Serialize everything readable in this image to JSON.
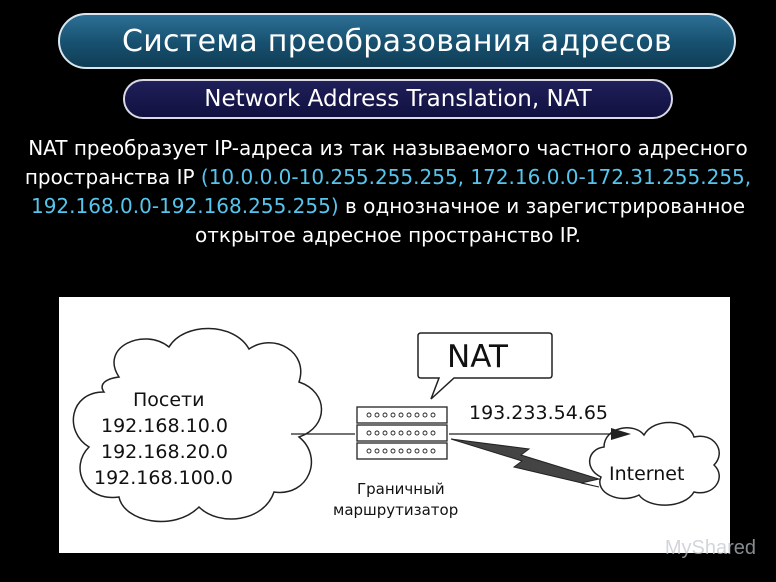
{
  "header": {
    "title": "Система преобразования адресов",
    "subtitle": "Network Address Translation, NAT"
  },
  "description": {
    "part1": "NAT преобразует IP-адреса из так называемого частного адресного пространства IP ",
    "ranges": "(10.0.0.0-10.255.255.255, 172.16.0.0-172.31.255.255, 192.168.0.0-192.168.255.255)",
    "part2": " в однозначное и зарегистрированное открытое адресное пространство IP."
  },
  "diagram": {
    "left_cloud": {
      "label": "Посети",
      "networks": [
        "192.168.10.0",
        "192.168.20.0",
        "192.168.100.0"
      ]
    },
    "nat_callout": "NAT",
    "public_ip": "193.233.54.65",
    "router_label": [
      "Граничный",
      "маршрутизатор"
    ],
    "right_cloud": "Internet"
  },
  "watermark": "MyShared",
  "colors": {
    "title_bg": "#1d5a7c",
    "subtitle_bg": "#181850",
    "range_text": "#56c5ee"
  }
}
